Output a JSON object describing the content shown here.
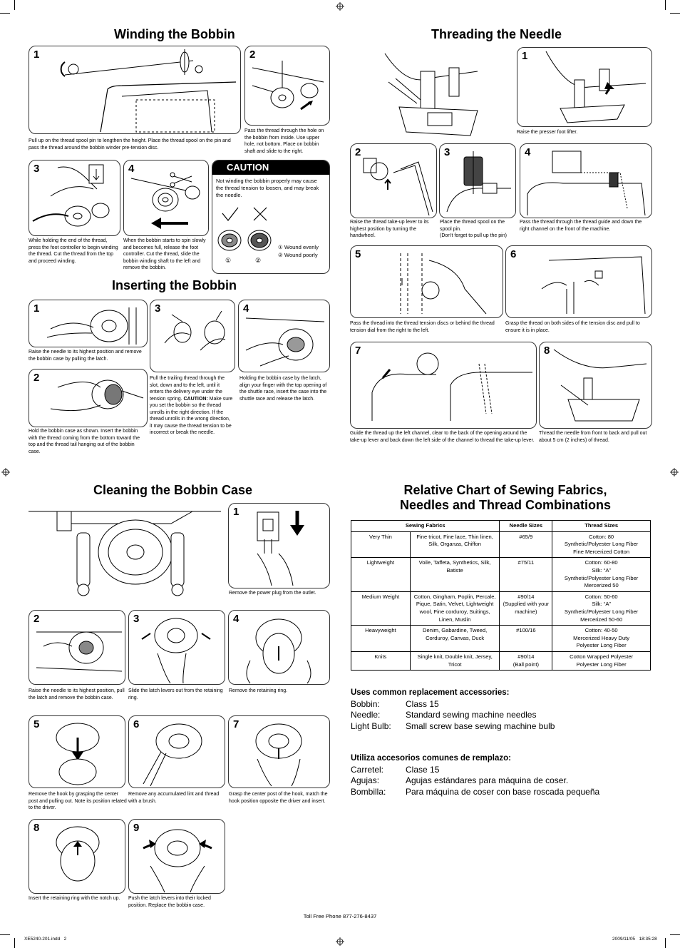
{
  "sections": {
    "winding": "Winding the Bobbin",
    "threading": "Threading the Needle",
    "inserting": "Inserting the Bobbin",
    "cleaning": "Cleaning the Bobbin Case",
    "chart_line1": "Relative Chart of Sewing Fabrics,",
    "chart_line2": "Needles and Thread Combinations"
  },
  "winding": {
    "s1": {
      "num": "1",
      "caption": "Pull up on the thread spool pin to lengthen the height. Place the thread spool on the pin and pass the thread around the bobbin winder pre-tension disc."
    },
    "s2": {
      "num": "2",
      "caption": "Pass the thread through the hole on the bobbin from inside. Use upper hole, not bottom. Place on bobbin shaft and slide to the right."
    },
    "s3": {
      "num": "3",
      "caption": "While holding the end of the thread, press the foot controller to begin winding the thread. Cut the thread from the top and proceed winding."
    },
    "s4": {
      "num": "4",
      "caption": "When the bobbin starts to spin slowly and becomes full, release the foot controller. Cut the thread, slide the bobbin winding shaft to the left and remove the bobbin."
    },
    "caution": {
      "title": "CAUTION",
      "text": "Not winding the bobbin properly may cause the thread tension to loosen, and may break the needle.",
      "mark1": "①",
      "mark2": "②",
      "legend1": "① Wound evenly",
      "legend2": "② Wound poorly"
    }
  },
  "inserting": {
    "s1": {
      "num": "1",
      "caption": "Raise the needle to its highest position and remove the bobbin case by pulling the latch."
    },
    "s2": {
      "num": "2",
      "caption": "Hold the bobbin case as shown. Insert the bobbin with the thread coming from the bottom toward the top and the thread tail hanging out of the bobbin case."
    },
    "s3": {
      "num": "3",
      "caption_a": "Pull the trailing thread through the slot, down and to the left, until it enters the delivery eye under the tension spring. ",
      "caution_word": "CAUTION:",
      "caption_b": " Make sure you set the bobbin so the thread unrolls in the right direction. If the thread unrolls in the wrong direction, it may cause the thread tension to be incorrect or break the needle."
    },
    "s4": {
      "num": "4",
      "caption": "Holding the bobbin case by the latch, align your finger with the top opening of the shuttle race, insert the case into the shuttle race and release the latch."
    }
  },
  "threading": {
    "s1": {
      "num": "1",
      "caption": "Raise the presser foot lifter."
    },
    "s2": {
      "num": "2",
      "caption": "Raise the thread take-up lever to its highest position by turning the handwheel."
    },
    "s3": {
      "num": "3",
      "caption": "Place the thread spool on the spool pin.",
      "caption2": "(Don't forget to pull up the pin)"
    },
    "s4": {
      "num": "4",
      "caption": "Pass the thread through the thread guide and down the right channel on the front of the machine."
    },
    "s5": {
      "num": "5",
      "caption": "Pass the thread into the thread tension discs or behind the thread tension dial from the right to the left."
    },
    "s6": {
      "num": "6",
      "caption": "Grasp the thread on both sides of the tension disc and pull to ensure it is in place."
    },
    "s7": {
      "num": "7",
      "caption": "Guide the thread up the left channel, clear to the back of the opening around the take-up lever and back down the left side of the channel to thread the take-up lever."
    },
    "s8": {
      "num": "8",
      "caption": "Thread the needle from front to back and pull out about 5 cm (2 inches) of thread."
    }
  },
  "cleaning": {
    "s1": {
      "num": "1",
      "caption": "Remove the power plug from the outlet."
    },
    "s2": {
      "num": "2",
      "caption": "Raise the needle to its highest position, pull the latch and remove the bobbin case."
    },
    "s3": {
      "num": "3",
      "caption": "Slide the latch levers out from the retaining ring."
    },
    "s4": {
      "num": "4",
      "caption": "Remove the retaining ring."
    },
    "s5": {
      "num": "5",
      "caption": "Remove the hook by grasping the center post and pulling out. Note its position related to the driver."
    },
    "s6": {
      "num": "6",
      "caption": "Remove any accumulated lint and thread with a brush."
    },
    "s7": {
      "num": "7",
      "caption": "Grasp the center post of the hook, match the hook position opposite the driver and insert."
    },
    "s8": {
      "num": "8",
      "caption": "Insert the retaining ring with the notch up."
    },
    "s9": {
      "num": "9",
      "caption": "Push the latch levers into their locked position. Replace the bobbin case."
    }
  },
  "fabric_table": {
    "headers": [
      "Sewing Fabrics",
      "Needle Sizes",
      "Thread Sizes"
    ],
    "rows": [
      {
        "weight": "Very Thin",
        "fabrics": "Fine tricot, Fine lace, Thin linen, Silk, Organza, Chiffon",
        "needle": "#65/9",
        "thread": "Cotton: 80\nSynthetic/Polyester Long Fiber\nFine Mercerized Cotton"
      },
      {
        "weight": "Lightweight",
        "fabrics": "Voile, Taffeta, Synthetics, Silk, Batiste",
        "needle": "#75/11",
        "thread": "Cotton: 60-80\nSilk: “A”\nSynthetic/Polyester Long Fiber\nMercerized 50"
      },
      {
        "weight": "Medium Weight",
        "fabrics": "Cotton, Gingham, Poplin, Percale, Pique, Satin, Velvet, Lightweight wool, Fine corduroy, Suitings, Linen, Muslin",
        "needle": "#90/14\n(Supplied with your machine)",
        "thread": "Cotton: 50-60\nSilk: “A”\nSynthetic/Polyester Long Fiber\nMercerized 50-60"
      },
      {
        "weight": "Heavyweight",
        "fabrics": "Denim, Gabardine, Tweed, Corduroy, Canvas, Duck",
        "needle": "#100/16",
        "thread": "Cotton: 40-50\nMercerized Heavy Duty\nPolyester Long Fiber"
      },
      {
        "weight": "Knits",
        "fabrics": "Single knit, Double knit, Jersey, Tricot",
        "needle": "#90/14\n(Ball point)",
        "thread": "Cotton Wrapped Polyester\nPolyester Long Fiber"
      }
    ]
  },
  "accessories_en": {
    "heading": "Uses common replacement accessories:",
    "items": [
      {
        "k": "Bobbin:",
        "v": "Class 15"
      },
      {
        "k": "Needle:",
        "v": "Standard sewing machine needles"
      },
      {
        "k": "Light Bulb:",
        "v": "Small screw base sewing machine bulb"
      }
    ]
  },
  "accessories_es": {
    "heading": "Utiliza accesorios comunes de remplazo:",
    "items": [
      {
        "k": "Carretel:",
        "v": "Clase 15"
      },
      {
        "k": "Agujas:",
        "v": "Agujas estándares para máquina de coser."
      },
      {
        "k": "Bombilla:",
        "v": "Para máquina de coser con base roscada pequeña"
      }
    ]
  },
  "footer": {
    "phone": "Toll Free Phone 877-276-8437",
    "file": "XE5240-201.indd   2",
    "timestamp": "2009/11/05   18:35:28"
  }
}
